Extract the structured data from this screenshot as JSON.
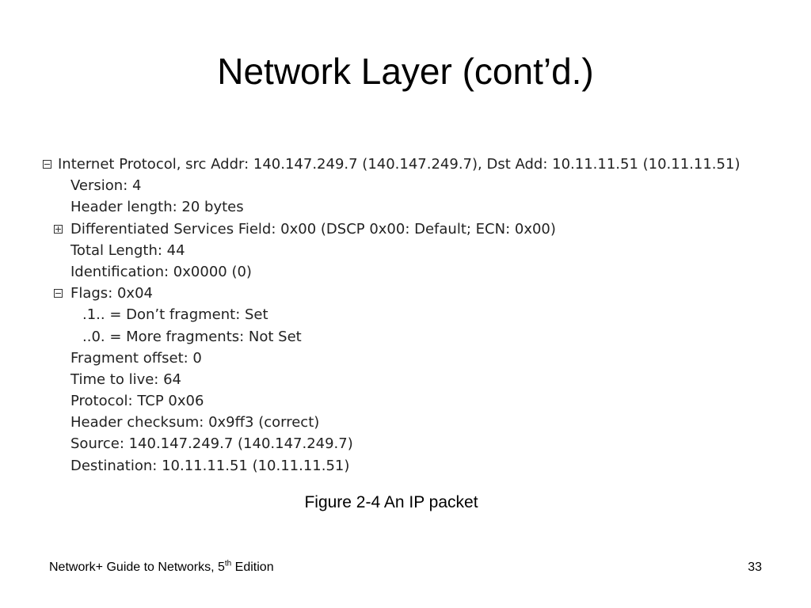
{
  "slide": {
    "title": "Network Layer (cont’d.)",
    "caption": "Figure 2-4 An IP packet",
    "page_number": "33"
  },
  "footer": {
    "book_prefix": "Network+ Guide to Networks, 5",
    "book_superscript": "th",
    "book_suffix": " Edition"
  },
  "packet": {
    "lines": [
      {
        "level": 0,
        "expander": "minus",
        "text": "Internet Protocol, src Addr: 140.147.249.7 (140.147.249.7), Dst Add: 10.11.11.51 (10.11.11.51)"
      },
      {
        "level": 1,
        "expander": "",
        "text": "Version: 4"
      },
      {
        "level": 1,
        "expander": "",
        "text": "Header length: 20 bytes"
      },
      {
        "level": 1,
        "expander": "plus",
        "text": "Differentiated Services Field: 0x00 (DSCP 0x00: Default; ECN: 0x00)"
      },
      {
        "level": 1,
        "expander": "",
        "text": "Total Length: 44"
      },
      {
        "level": 1,
        "expander": "",
        "text": "Identification: 0x0000 (0)"
      },
      {
        "level": 1,
        "expander": "minus",
        "text": "Flags: 0x04"
      },
      {
        "level": 2,
        "expander": "",
        "text": ".1.. = Don’t fragment: Set"
      },
      {
        "level": 2,
        "expander": "",
        "text": "..0. = More fragments: Not Set"
      },
      {
        "level": 1,
        "expander": "",
        "text": "Fragment offset: 0"
      },
      {
        "level": 1,
        "expander": "",
        "text": "Time to live: 64"
      },
      {
        "level": 1,
        "expander": "",
        "text": "Protocol: TCP 0x06"
      },
      {
        "level": 1,
        "expander": "",
        "text": "Header checksum: 0x9ff3 (correct)"
      },
      {
        "level": 1,
        "expander": "",
        "text": "Source: 140.147.249.7 (140.147.249.7)"
      },
      {
        "level": 1,
        "expander": "",
        "text": "Destination: 10.11.11.51 (10.11.11.51)"
      }
    ]
  }
}
